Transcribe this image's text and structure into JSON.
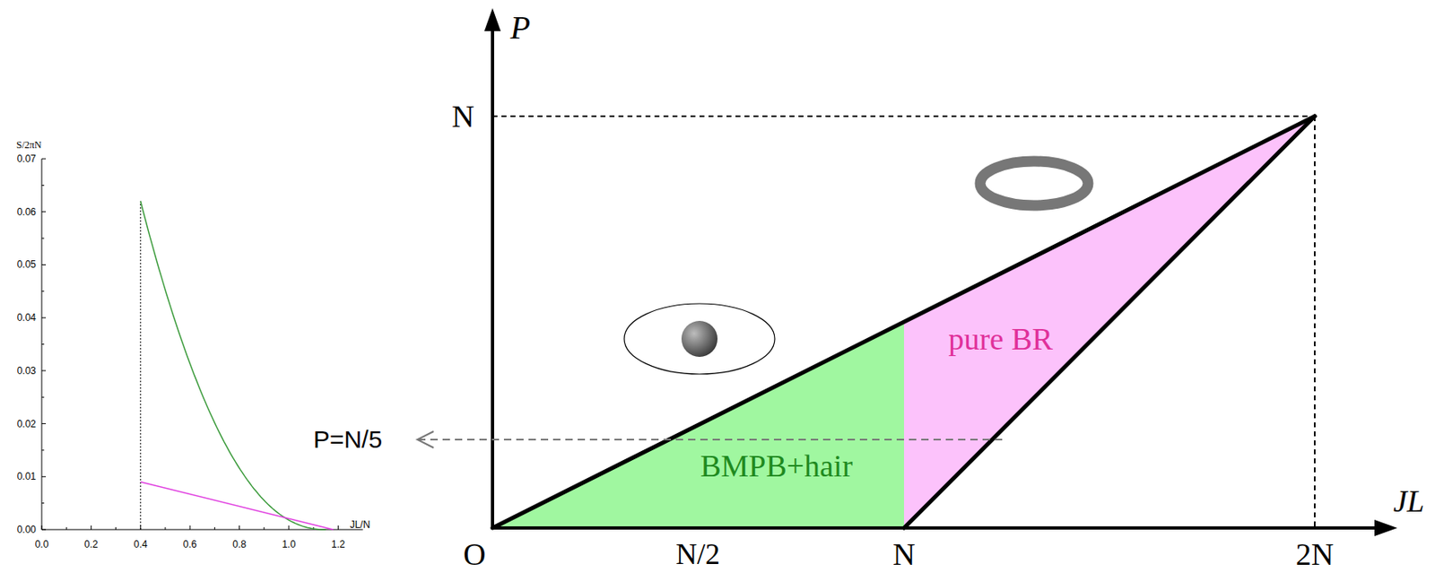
{
  "diagram": {
    "nodes": [
      {
        "text": [
          "BMPB+hair"
        ]
      },
      {
        "text": [
          "pure BR"
        ]
      }
    ],
    "labels": [
      "S/2πN",
      "0.07",
      "0.06",
      "0.05",
      "0.04",
      "0.03",
      "0.02",
      "0.01",
      "0.00",
      "0.0",
      "0.2",
      "0.4",
      "0.6",
      "0.8",
      "1.0",
      "1.2",
      "JL/N",
      "P=N/5",
      "P",
      "N",
      "O",
      "N/2",
      "N",
      "2N",
      "JL"
    ]
  }
}
